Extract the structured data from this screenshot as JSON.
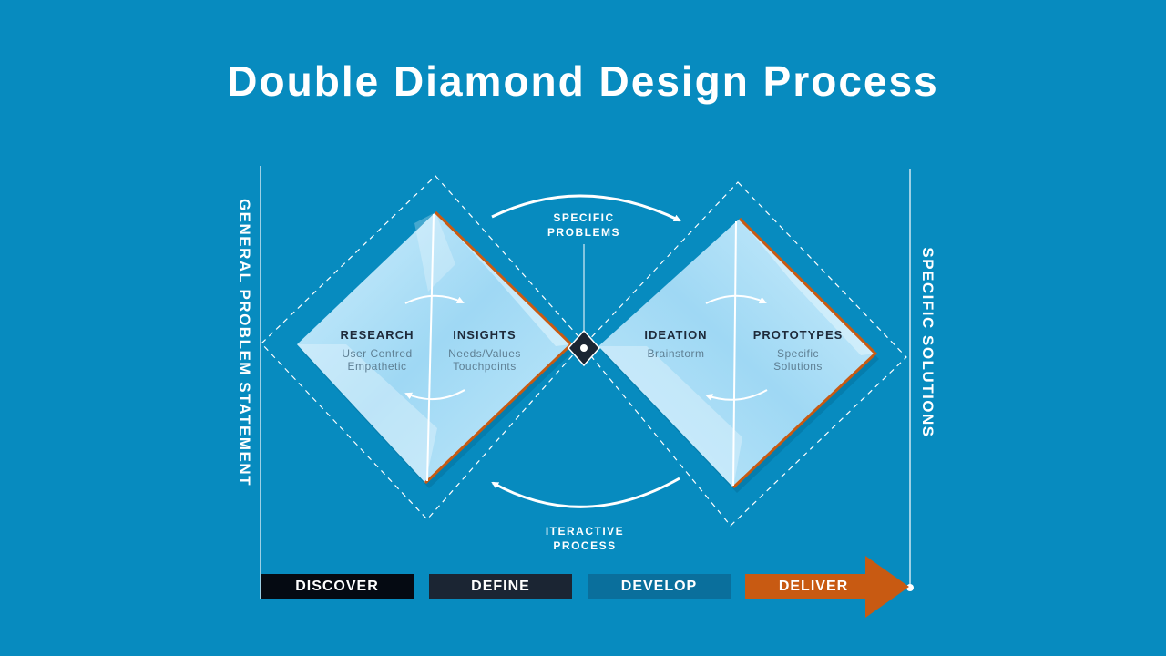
{
  "title": "Double Diamond Design Process",
  "axis_left": "GENERAL PROBLEM STATEMENT",
  "axis_right": "SPECIFIC SOLUTIONS",
  "top_caption": [
    "SPECIFIC",
    "PROBLEMS"
  ],
  "bottom_caption": [
    "ITERACTIVE",
    "PROCESS"
  ],
  "quadrants": [
    {
      "heading": "RESEARCH",
      "lines": [
        "User Centred",
        "Empathetic"
      ]
    },
    {
      "heading": "INSIGHTS",
      "lines": [
        "Needs/Values",
        "Touchpoints"
      ]
    },
    {
      "heading": "IDEATION",
      "lines": [
        "Brainstorm"
      ]
    },
    {
      "heading": "PROTOTYPES",
      "lines": [
        "Specific",
        "Solutions"
      ]
    }
  ],
  "phases": [
    {
      "label": "DISCOVER",
      "color": "#050a12"
    },
    {
      "label": "DEFINE",
      "color": "#1b2533"
    },
    {
      "label": "DEVELOP",
      "color": "#0a6f9c"
    },
    {
      "label": "DELIVER",
      "color": "#c85a12"
    }
  ],
  "colors": {
    "background": "#078bbf",
    "diamond_fill": "#a8dcf5",
    "diamond_highlight": "#d7f0fb",
    "accent_orange": "#c85a12",
    "center_node": "#1b2533"
  }
}
